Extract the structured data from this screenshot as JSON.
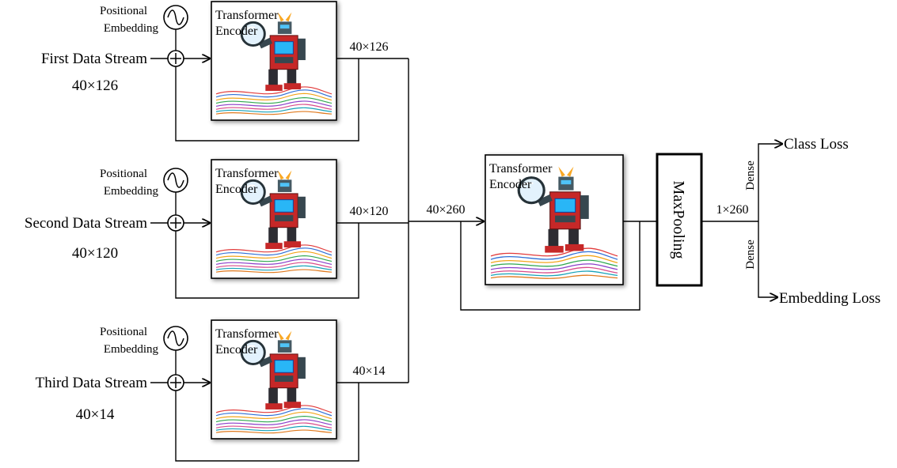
{
  "streams": [
    {
      "name": "First Data Stream",
      "dims": "40×126",
      "pos_embedding": [
        "Positional",
        "Embedding"
      ],
      "encoder": [
        "Transformer",
        "Encoder"
      ],
      "output_dims": "40×126"
    },
    {
      "name": "Second Data Stream",
      "dims": "40×120",
      "pos_embedding": [
        "Positional",
        "Embedding"
      ],
      "encoder": [
        "Transformer",
        "Encoder"
      ],
      "output_dims": "40×120"
    },
    {
      "name": "Third Data Stream",
      "dims": "40×14",
      "pos_embedding": [
        "Positional",
        "Embedding"
      ],
      "encoder": [
        "Transformer",
        "Encoder"
      ],
      "output_dims": "40×14"
    }
  ],
  "fusion": {
    "concat_dims": "40×260",
    "encoder": [
      "Transformer",
      "Encoder"
    ],
    "pooling": "MaxPooling",
    "pooled_dims": "1×260"
  },
  "heads": [
    {
      "layer": "Dense",
      "output": "Class Loss"
    },
    {
      "layer": "Dense",
      "output": "Embedding Loss"
    }
  ],
  "icons": {
    "sinusoid": "sine-wave-icon",
    "adder": "circled-plus-icon",
    "encoder_illustration": "robot-with-magnifying-glass-icon"
  }
}
